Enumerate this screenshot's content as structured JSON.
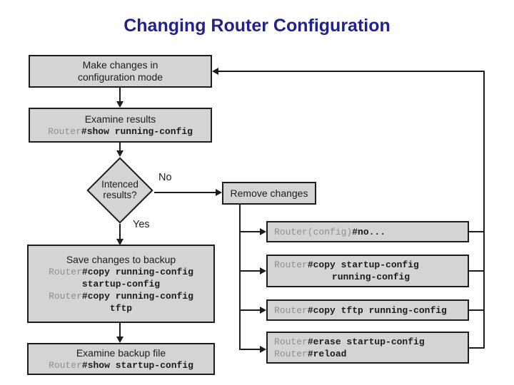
{
  "title": "Changing Router Configuration",
  "colors": {
    "title": "#22228e",
    "box-fill": "#d4d4d4",
    "box-border": "#1c1c1c",
    "prompt": "#8f8f8f",
    "ink": "#1c1c1c"
  },
  "flow": {
    "make_changes": {
      "line1": "Make changes in",
      "line2": "configuration mode"
    },
    "examine_results": {
      "label": "Examine results",
      "prompt": "Router",
      "cmd": "#show running-config"
    },
    "decision": {
      "line1": "Intenced",
      "line2": "results?"
    },
    "labels": {
      "no": "No",
      "yes": "Yes"
    },
    "remove_changes": {
      "label": "Remove changes"
    },
    "save_changes": {
      "label": "Save changes to backup",
      "cmd1_prompt": "Router",
      "cmd1": "#copy running-config",
      "cmd1_cont": "startup-config",
      "cmd2_prompt": "Router",
      "cmd2": "#copy running-config",
      "cmd2_cont": "tftp"
    },
    "examine_backup": {
      "label": "Examine backup file",
      "prompt": "Router",
      "cmd": "#show startup-config"
    },
    "undo": [
      {
        "prompt": "Router(config)",
        "cmd": "#no..."
      },
      {
        "prompt": "Router",
        "cmd": "#copy startup-config",
        "cont": "running-config"
      },
      {
        "prompt": "Router",
        "cmd": "#copy tftp running-config"
      },
      {
        "prompt": "Router",
        "cmd": "#erase startup-config",
        "prompt2": "Router",
        "cmd2": "#reload"
      }
    ]
  }
}
